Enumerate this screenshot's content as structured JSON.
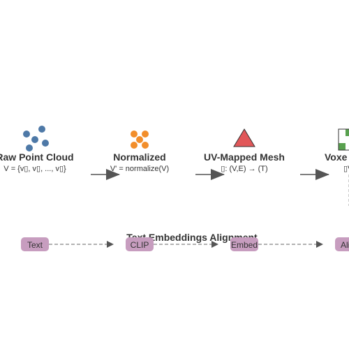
{
  "colors": {
    "blue": "#4e79a7",
    "orange": "#f28e2b",
    "red": "#e15759",
    "green": "#59a14f",
    "pill": "#c79dbf",
    "arrow": "#555555",
    "text": "#333333"
  },
  "stages": [
    {
      "title": "Raw Point Cloud",
      "formula": "V = {v▯, v▯, ..., v▯}",
      "icon": "point-cloud-icon"
    },
    {
      "title": "Normalized",
      "formula": "V' = normalize(V)",
      "icon": "normalized-points-icon"
    },
    {
      "title": "UV-Mapped Mesh",
      "formula": "▯: (V,E) → (T)",
      "icon": "triangle-mesh-icon"
    },
    {
      "title": "Voxe",
      "formula": "▯V",
      "icon": "voxel-grid-icon"
    }
  ],
  "section_title": "Text Embeddings Alignment",
  "pills": [
    "Text",
    "CLIP",
    "Embed",
    "Ali"
  ]
}
